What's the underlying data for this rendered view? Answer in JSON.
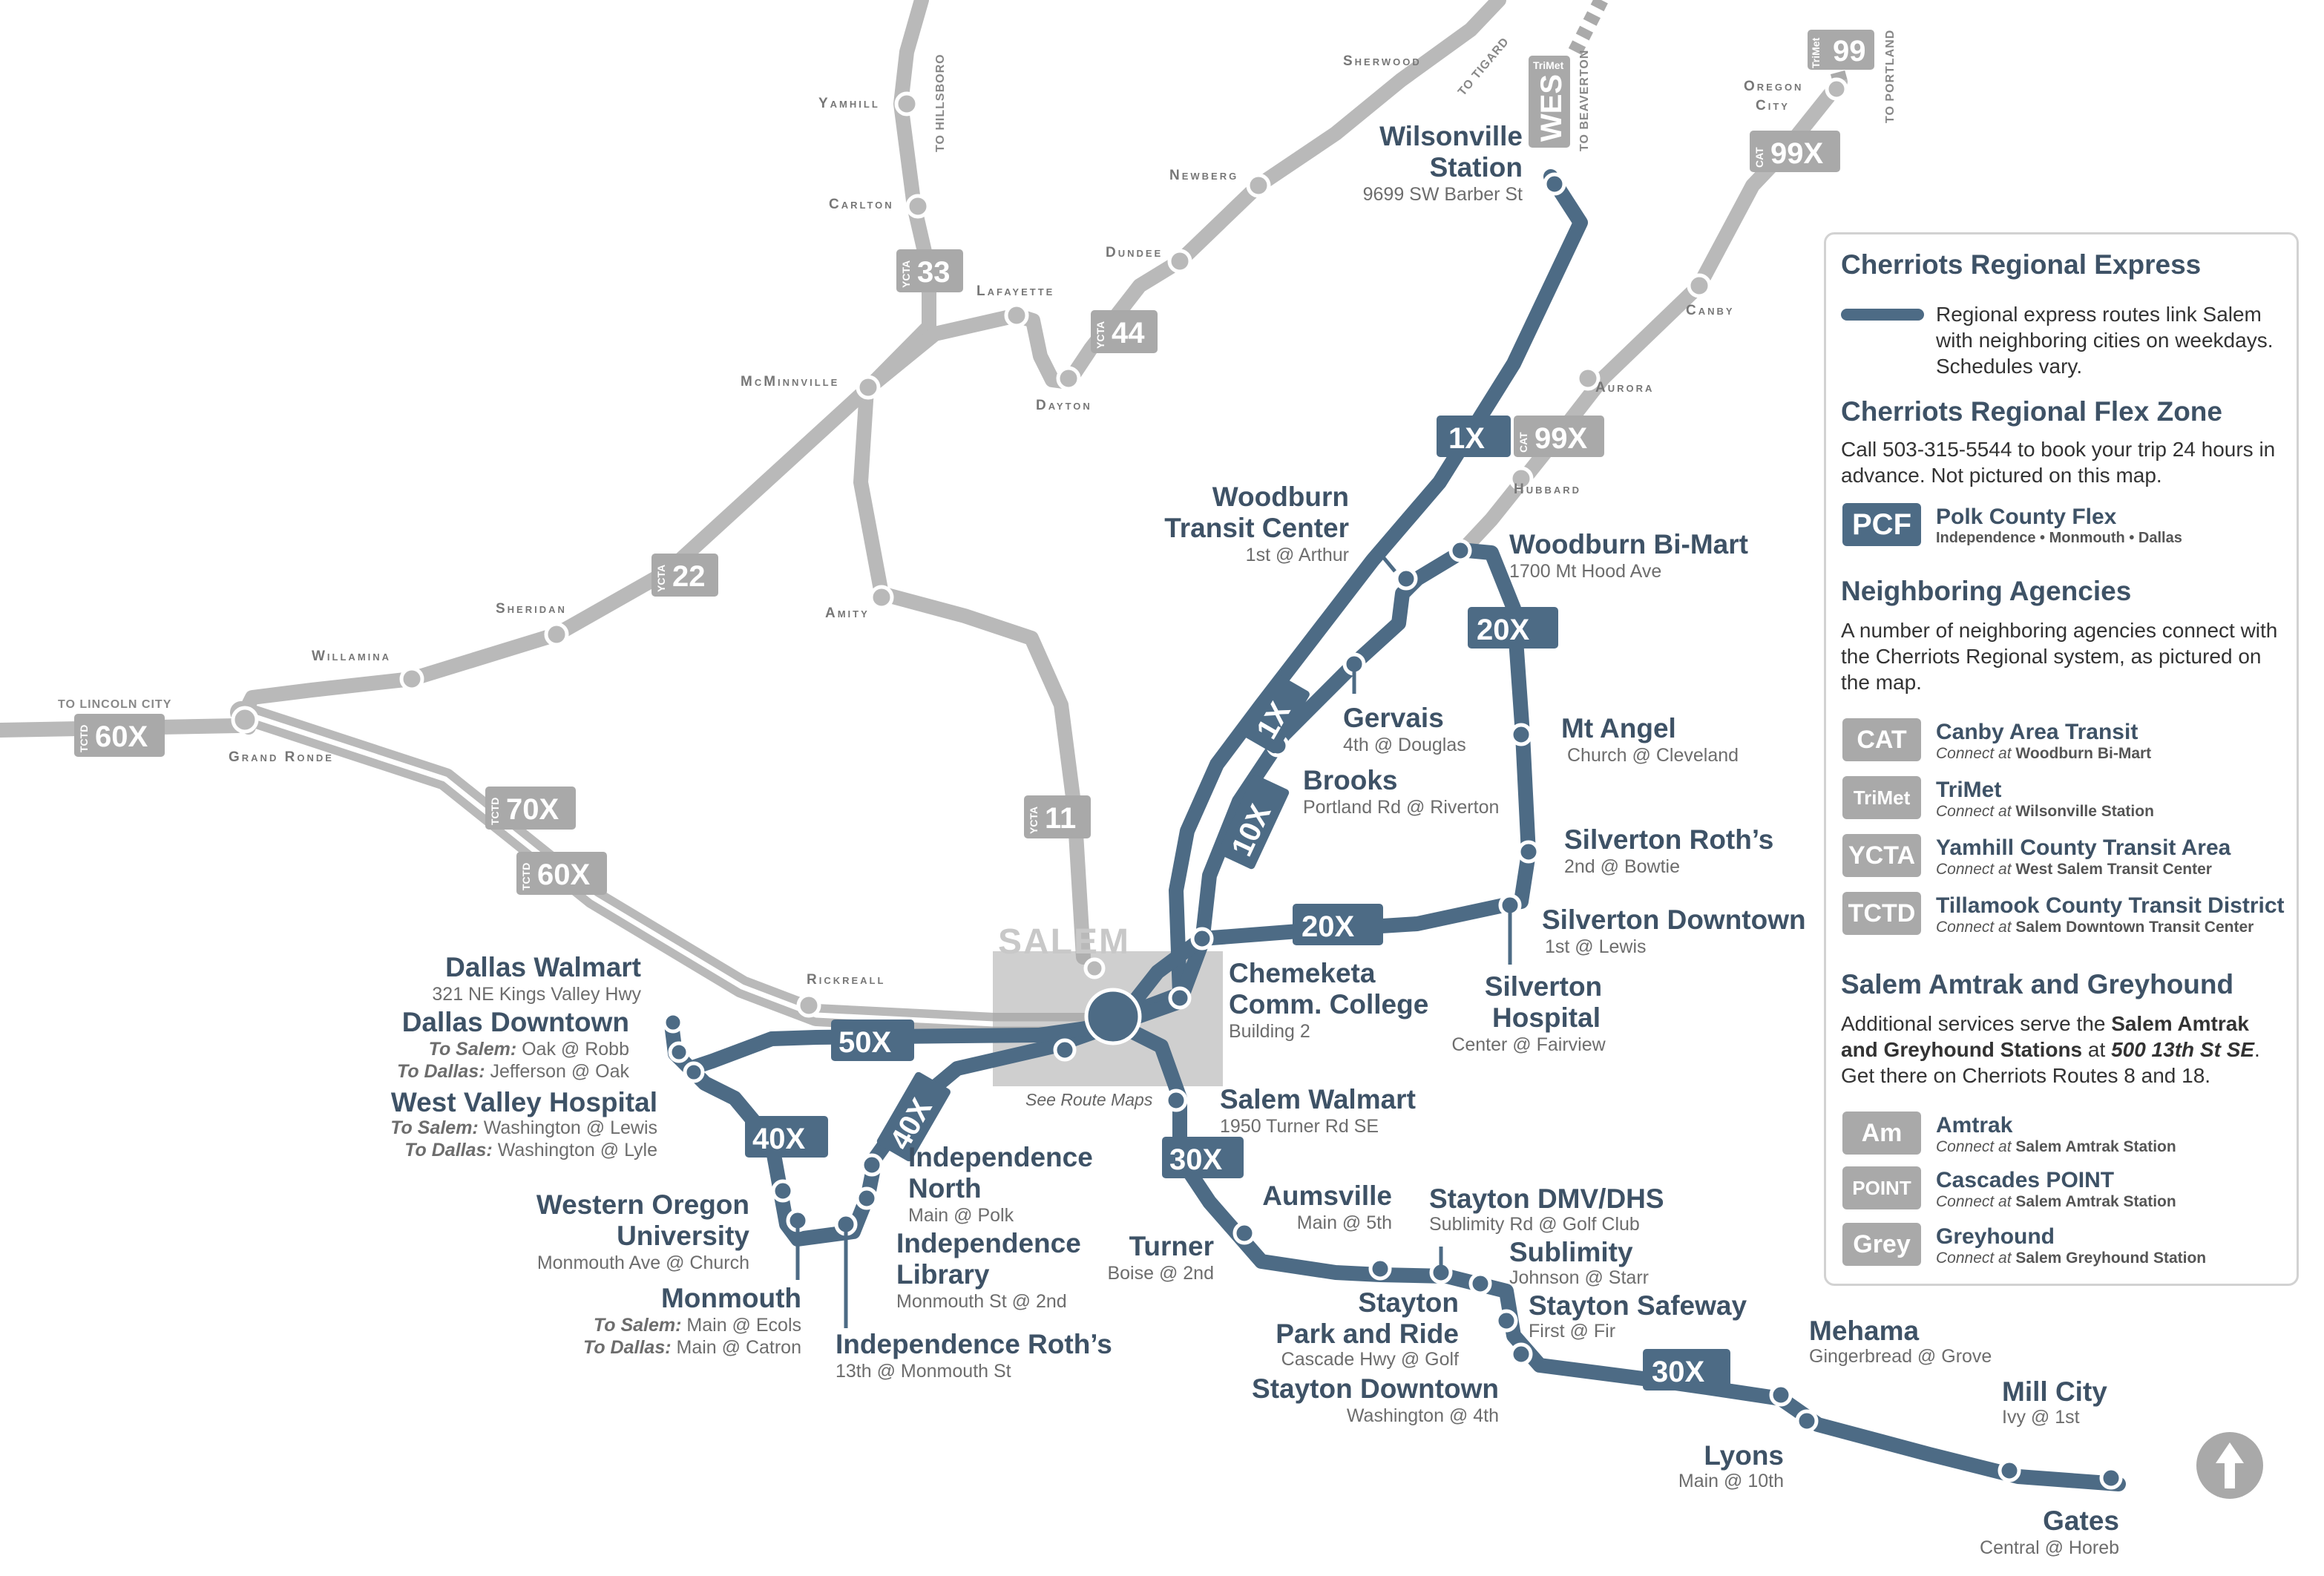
{
  "towns": {
    "sherwood": "Sherwood",
    "yamhill": "Yamhill",
    "carlton": "Carlton",
    "newberg": "Newberg",
    "dundee": "Dundee",
    "lafayette": "Lafayette",
    "dayton": "Dayton",
    "mcminnville": "McMinnville",
    "oregon_city_1": "Oregon",
    "oregon_city_2": "City",
    "canby": "Canby",
    "aurora": "Aurora",
    "hubbard": "Hubbard",
    "sheridan": "Sheridan",
    "willamina": "Willamina",
    "amity": "Amity",
    "grand_ronde": "Grand Ronde",
    "rickreall": "Rickreall",
    "salem": "SALEM"
  },
  "directions": {
    "to_tigard": "TO TIGARD",
    "to_hillsboro": "TO HILLSBORO",
    "to_beaverton": "TO BEAVERTON",
    "to_portland": "TO PORTLAND",
    "to_lincoln_city": "TO LINCOLN CITY"
  },
  "see_route_maps": "See Route Maps",
  "route_badges": {
    "r1x_a": "1X",
    "r1x_b": "1X",
    "r10x": "10X",
    "r20x_a": "20X",
    "r20x_b": "20X",
    "r30x_a": "30X",
    "r30x_b": "30X",
    "r40x_a": "40X",
    "r40x_b": "40X",
    "r50x": "50X",
    "wes": "WES",
    "wes_agency": "TriMet",
    "r99": "99",
    "r99_agency": "TriMet",
    "r99x_a": "99X",
    "r99x_a_agency": "CAT",
    "r99x_b": "99X",
    "r99x_b_agency": "CAT",
    "r33": "33",
    "r33_agency": "YCTA",
    "r44": "44",
    "r44_agency": "YCTA",
    "r22": "22",
    "r22_agency": "YCTA",
    "r11": "11",
    "r11_agency": "YCTA",
    "r60x_a": "60X",
    "r60x_a_agency": "TCTD",
    "r60x_b": "60X",
    "r60x_b_agency": "TCTD",
    "r70x": "70X",
    "r70x_agency": "TCTD"
  },
  "stations": {
    "wilsonville": {
      "name1": "Wilsonville",
      "name2": "Station",
      "addr": "9699 SW Barber St"
    },
    "woodburn_tc": {
      "name1": "Woodburn",
      "name2": "Transit Center",
      "addr": "1st @ Arthur"
    },
    "woodburn_bimart": {
      "name": "Woodburn Bi-Mart",
      "addr": "1700 Mt Hood Ave"
    },
    "gervais": {
      "name": "Gervais",
      "addr": "4th @ Douglas"
    },
    "brooks": {
      "name": "Brooks",
      "addr": "Portland Rd @ Riverton"
    },
    "mt_angel": {
      "name": "Mt Angel",
      "addr": "Church @ Cleveland"
    },
    "silverton_roths": {
      "name": "Silverton Roth’s",
      "addr": "2nd @ Bowtie"
    },
    "silverton_downtown": {
      "name": "Silverton Downtown",
      "addr": "1st @ Lewis"
    },
    "silverton_hospital": {
      "name1": "Silverton",
      "name2": "Hospital",
      "addr": "Center @ Fairview"
    },
    "chemeketa": {
      "name1": "Chemeketa",
      "name2": "Comm. College",
      "addr": "Building 2"
    },
    "salem_walmart": {
      "name": "Salem Walmart",
      "addr": "1950 Turner Rd SE"
    },
    "dallas_walmart": {
      "name": "Dallas Walmart",
      "addr": "321 NE Kings Valley Hwy"
    },
    "dallas_downtown": {
      "name": "Dallas Downtown",
      "to_salem_lbl": "To Salem:",
      "to_salem": "Oak @ Robb",
      "to_dallas_lbl": "To Dallas:",
      "to_dallas": "Jefferson @ Oak"
    },
    "west_valley": {
      "name": "West Valley Hospital",
      "to_salem_lbl": "To Salem:",
      "to_salem": "Washington @ Lewis",
      "to_dallas_lbl": "To Dallas:",
      "to_dallas": "Washington @ Lyle"
    },
    "wou": {
      "name1": "Western Oregon",
      "name2": "University",
      "addr": "Monmouth Ave @ Church"
    },
    "monmouth": {
      "name": "Monmouth",
      "to_salem_lbl": "To Salem:",
      "to_salem": "Main @ Ecols",
      "to_dallas_lbl": "To Dallas:",
      "to_dallas": "Main @ Catron"
    },
    "indep_north": {
      "name1": "Independence",
      "name2": "North",
      "addr": "Main @ Polk"
    },
    "indep_library": {
      "name1": "Independence",
      "name2": "Library",
      "addr": "Monmouth St @ 2nd"
    },
    "indep_roths": {
      "name": "Independence Roth’s",
      "addr": "13th @ Monmouth St"
    },
    "aumsville": {
      "name": "Aumsville",
      "addr": "Main @ 5th"
    },
    "turner": {
      "name": "Turner",
      "addr": "Boise @ 2nd"
    },
    "stayton_dmv": {
      "name": "Stayton DMV/DHS",
      "addr": "Sublimity Rd @ Golf Club"
    },
    "sublimity": {
      "name": "Sublimity",
      "addr": "Johnson @ Starr"
    },
    "stayton_pr": {
      "name1": "Stayton",
      "name2": "Park and Ride",
      "addr": "Cascade Hwy @ Golf"
    },
    "stayton_safeway": {
      "name": "Stayton Safeway",
      "addr": "First @ Fir"
    },
    "stayton_downtown": {
      "name": "Stayton Downtown",
      "addr": "Washington @ 4th"
    },
    "mehama": {
      "name": "Mehama",
      "addr": "Gingerbread @ Grove"
    },
    "lyons": {
      "name": "Lyons",
      "addr": "Main @ 10th"
    },
    "mill_city": {
      "name": "Mill City",
      "addr": "Ivy @ 1st"
    },
    "gates": {
      "name": "Gates",
      "addr": "Central @ Horeb"
    }
  },
  "legend": {
    "express_title": "Cherriots Regional Express",
    "express_text": "Regional express routes link Salem with neighboring cities on weekdays. Schedules vary.",
    "flex_title": "Cherriots Regional Flex Zone",
    "flex_text": "Call 503-315-5544 to book your trip 24 hours in advance. Not pictured on this map.",
    "pcf_tag": "PCF",
    "pcf_name": "Polk County Flex",
    "pcf_sub": "Independence • Monmouth • Dallas",
    "agencies_title": "Neighboring Agencies",
    "agencies_text": "A number of neighboring agencies connect with the Cherriots Regional system, as pictured on the map.",
    "connect_at": "Connect at",
    "agencies": [
      {
        "tag": "CAT",
        "name": "Canby Area Transit",
        "where": "Woodburn Bi-Mart"
      },
      {
        "tag": "TriMet",
        "name": "TriMet",
        "where": "Wilsonville Station"
      },
      {
        "tag": "YCTA",
        "name": "Yamhill County Transit Area",
        "where": "West Salem Transit Center"
      },
      {
        "tag": "TCTD",
        "name": "Tillamook County Transit District",
        "where": "Salem Downtown Transit Center"
      }
    ],
    "amtrak_title": "Salem Amtrak and Greyhound",
    "amtrak_text_1": "Additional services serve the ",
    "amtrak_text_bold": "Salem Amtrak and Greyhound Stations",
    "amtrak_text_2": " at ",
    "amtrak_text_italic": "500 13th St SE",
    "amtrak_text_3": ". Get there on Cherriots Routes 8 and 18.",
    "services": [
      {
        "tag": "Am",
        "name": "Amtrak",
        "where": "Salem Amtrak Station"
      },
      {
        "tag": "POINT",
        "name": "Cascades POINT",
        "where": "Salem Amtrak Station"
      },
      {
        "tag": "Grey",
        "name": "Greyhound",
        "where": "Salem Greyhound Station"
      }
    ]
  },
  "colors": {
    "express_blue": "#4d6b85",
    "neighbor_grey": "#b9b9b9",
    "badge_grey": "#a9a9a9",
    "station_text": "#3e5266"
  },
  "icons": {
    "north_arrow": "north-arrow-icon"
  }
}
